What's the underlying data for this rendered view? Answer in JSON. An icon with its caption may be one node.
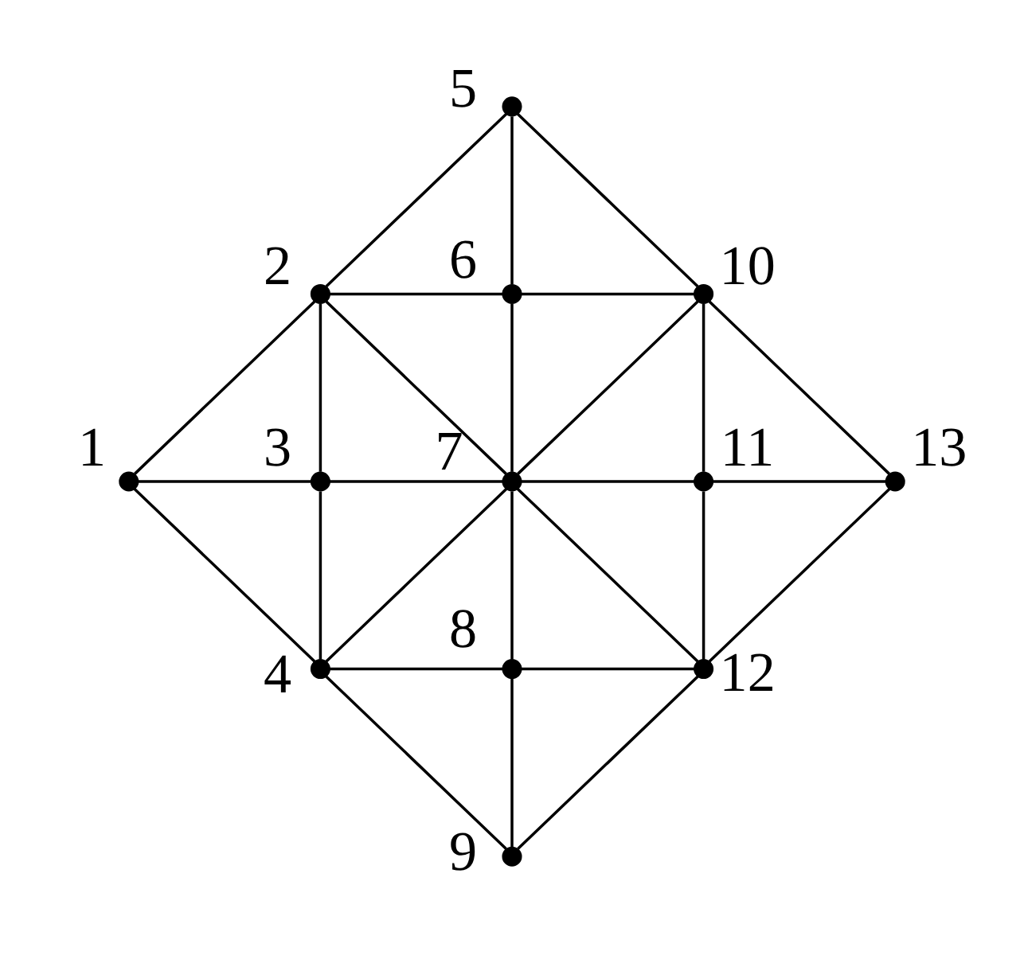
{
  "diagram": {
    "nodes": [
      {
        "text": [],
        "shape": "circle",
        "beside": [
          "1"
        ]
      },
      {
        "text": [],
        "shape": "circle",
        "beside": [
          "2"
        ]
      },
      {
        "text": [],
        "shape": "circle",
        "beside": [
          "3"
        ]
      },
      {
        "text": [],
        "shape": "circle",
        "beside": [
          "4"
        ]
      },
      {
        "text": [],
        "shape": "circle",
        "beside": [
          "5"
        ]
      },
      {
        "text": [],
        "shape": "circle",
        "beside": [
          "6"
        ]
      },
      {
        "text": [],
        "shape": "circle",
        "beside": [
          "7"
        ]
      },
      {
        "text": [],
        "shape": "circle",
        "beside": [
          "8"
        ]
      },
      {
        "text": [],
        "shape": "circle",
        "beside": [
          "9"
        ]
      },
      {
        "text": [],
        "shape": "circle",
        "beside": [
          "10"
        ]
      },
      {
        "text": [],
        "shape": "circle",
        "beside": [
          "11"
        ]
      },
      {
        "text": [],
        "shape": "circle",
        "beside": [
          "12"
        ]
      },
      {
        "text": [],
        "shape": "circle",
        "beside": [
          "13"
        ]
      }
    ],
    "edges": [
      {
        "from": 4,
        "to": 1,
        "arrow": "none"
      },
      {
        "from": 4,
        "to": 5,
        "arrow": "none"
      },
      {
        "from": 4,
        "to": 9,
        "arrow": "none"
      },
      {
        "from": 1,
        "to": 5,
        "arrow": "none"
      },
      {
        "from": 5,
        "to": 9,
        "arrow": "none"
      },
      {
        "from": 1,
        "to": 0,
        "arrow": "none"
      },
      {
        "from": 1,
        "to": 2,
        "arrow": "none"
      },
      {
        "from": 1,
        "to": 6,
        "arrow": "none"
      },
      {
        "from": 5,
        "to": 6,
        "arrow": "none"
      },
      {
        "from": 9,
        "to": 6,
        "arrow": "none"
      },
      {
        "from": 9,
        "to": 10,
        "arrow": "none"
      },
      {
        "from": 9,
        "to": 12,
        "arrow": "none"
      },
      {
        "from": 0,
        "to": 2,
        "arrow": "none"
      },
      {
        "from": 2,
        "to": 6,
        "arrow": "none"
      },
      {
        "from": 6,
        "to": 10,
        "arrow": "none"
      },
      {
        "from": 10,
        "to": 12,
        "arrow": "none"
      },
      {
        "from": 0,
        "to": 3,
        "arrow": "none"
      },
      {
        "from": 2,
        "to": 3,
        "arrow": "none"
      },
      {
        "from": 6,
        "to": 3,
        "arrow": "none"
      },
      {
        "from": 6,
        "to": 7,
        "arrow": "none"
      },
      {
        "from": 6,
        "to": 11,
        "arrow": "none"
      },
      {
        "from": 10,
        "to": 11,
        "arrow": "none"
      },
      {
        "from": 12,
        "to": 11,
        "arrow": "none"
      },
      {
        "from": 3,
        "to": 7,
        "arrow": "none"
      },
      {
        "from": 7,
        "to": 11,
        "arrow": "none"
      },
      {
        "from": 3,
        "to": 8,
        "arrow": "none"
      },
      {
        "from": 7,
        "to": 8,
        "arrow": "none"
      },
      {
        "from": 11,
        "to": 8,
        "arrow": "none"
      }
    ]
  }
}
